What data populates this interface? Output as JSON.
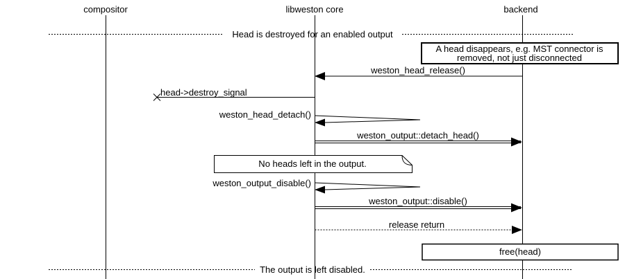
{
  "diagram": {
    "background": "#ffffff",
    "line_color": "#000000",
    "actors": [
      {
        "label": "compositor"
      },
      {
        "label": "libweston core"
      },
      {
        "label": "backend"
      }
    ],
    "dividers": [
      {
        "label": "Head is destroyed for an enabled output"
      },
      {
        "label": "The output is left disabled."
      }
    ],
    "notes": [
      {
        "line1": "A head disappears, e.g. MST connector is",
        "line2": "removed, not just disconnected"
      },
      {
        "label": "No heads left in the output."
      },
      {
        "label": "free(head)"
      }
    ],
    "messages": [
      {
        "label": "weston_head_release()",
        "from": "backend",
        "to": "libweston core",
        "style": "solid"
      },
      {
        "label": "head->destroy_signal",
        "from": "libweston core",
        "to": "lost",
        "style": "solid"
      },
      {
        "label": "weston_head_detach()",
        "from": "libweston core",
        "to": "libweston core",
        "style": "self"
      },
      {
        "label": "weston_output::detach_head()",
        "from": "libweston core",
        "to": "backend",
        "style": "double"
      },
      {
        "label": "weston_output_disable()",
        "from": "libweston core",
        "to": "libweston core",
        "style": "self"
      },
      {
        "label": "weston_output::disable()",
        "from": "libweston core",
        "to": "backend",
        "style": "double"
      },
      {
        "label": "release return",
        "from": "libweston core",
        "to": "backend",
        "style": "dotted"
      }
    ]
  }
}
